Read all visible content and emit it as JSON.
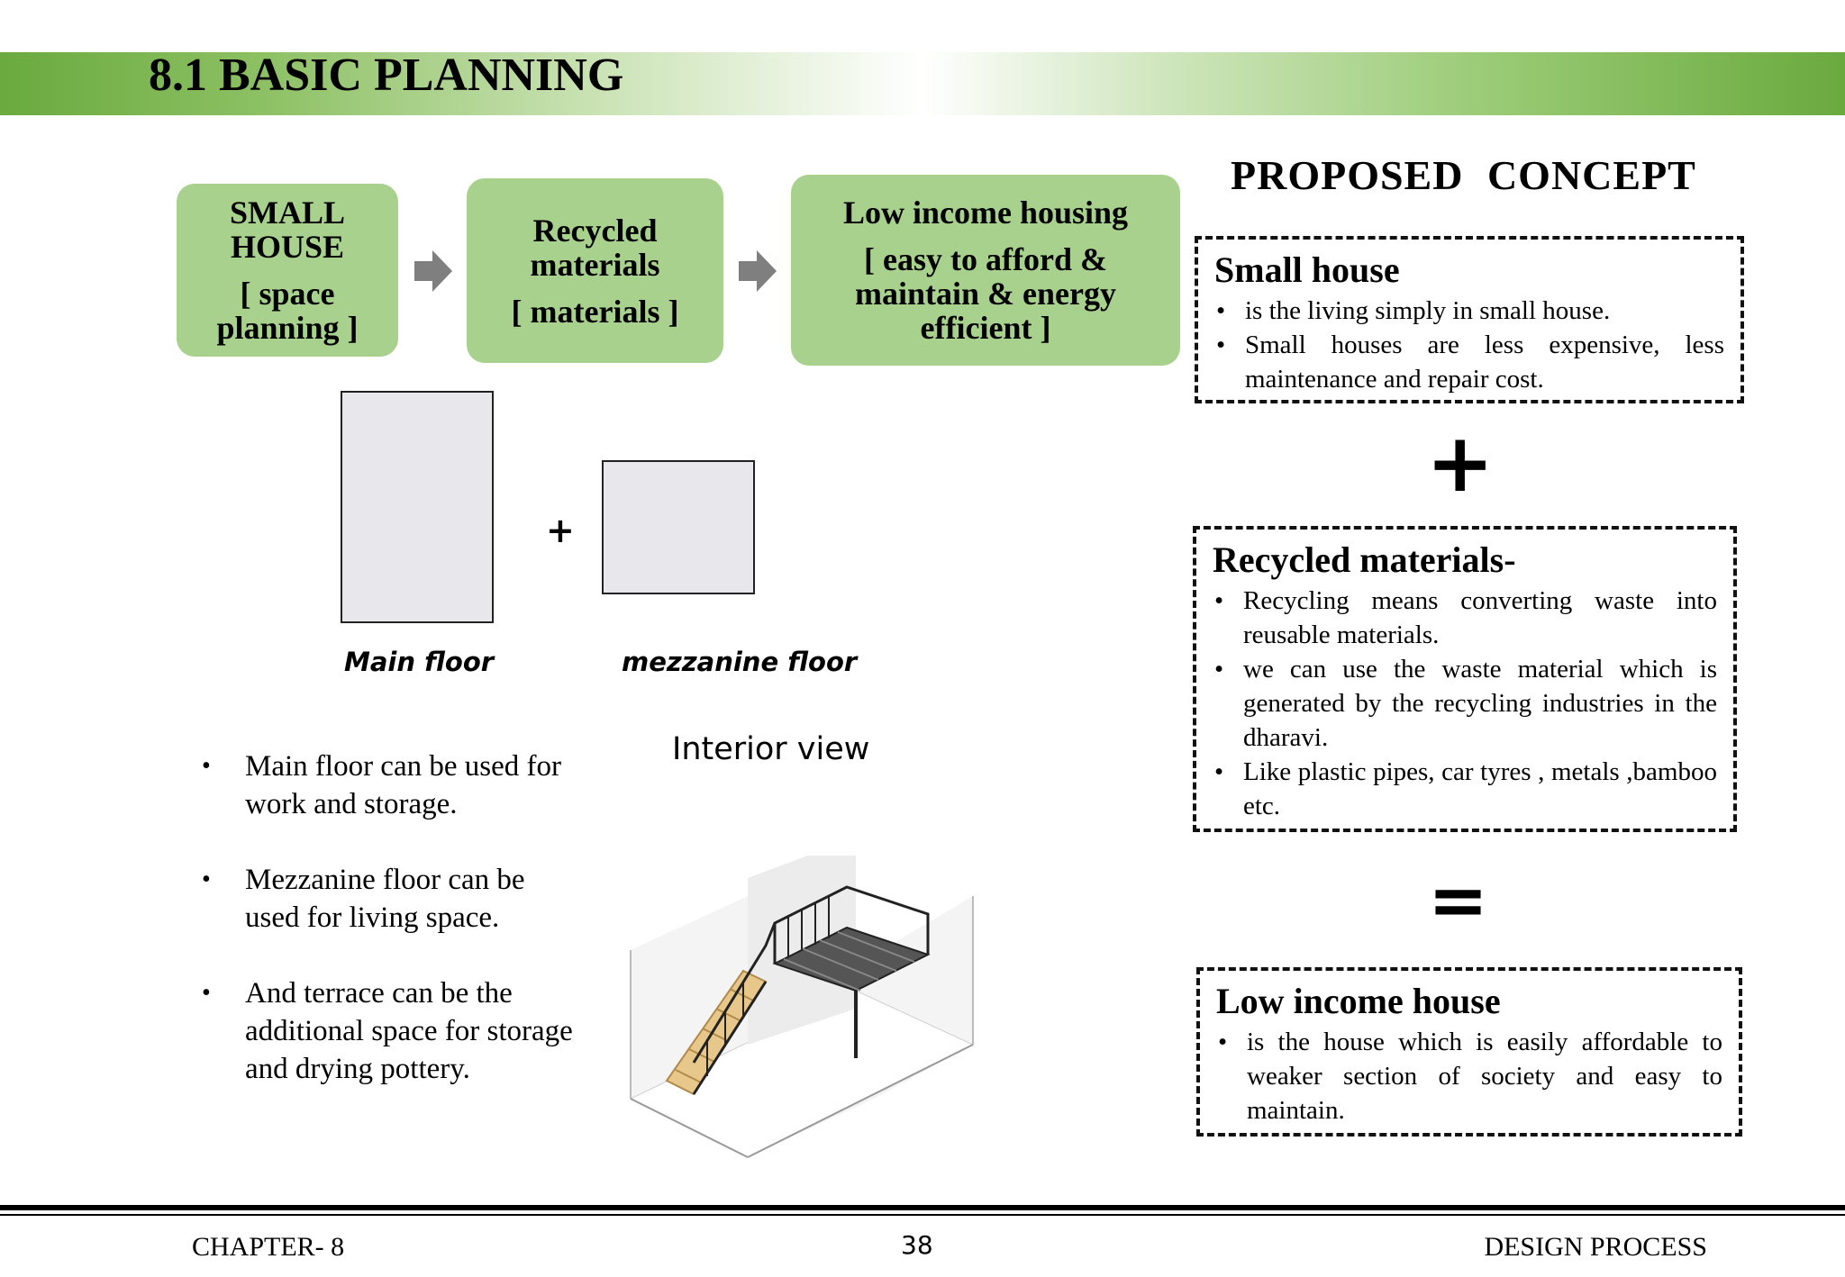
{
  "header": {
    "title": "8.1 BASIC PLANNING"
  },
  "flow": {
    "box1": {
      "title": "SMALL HOUSE",
      "sub": "[ space planning ]"
    },
    "box2": {
      "title": "Recycled materials",
      "sub": "[ materials ]"
    },
    "box3": {
      "title": "Low income housing",
      "sub": "[ easy to afford & maintain & energy efficient ]"
    }
  },
  "floors": {
    "plus": "+",
    "main_label": "Main floor",
    "mezzanine_label": "mezzanine floor"
  },
  "interior": {
    "title": "Interior  view"
  },
  "notes": [
    "Main floor can be used for work and storage.",
    " Mezzanine floor can be used for living space.",
    "And terrace can be the additional space for storage  and drying pottery."
  ],
  "concept": {
    "title": "PROPOSED  CONCEPT",
    "plus": "+",
    "equals": "=",
    "small_house": {
      "heading": "Small house",
      "points": [
        "is the living simply in small house.",
        "Small houses are less expensive, less maintenance and repair cost."
      ]
    },
    "recycled": {
      "heading": "Recycled materials-",
      "points": [
        "Recycling means converting waste into reusable materials.",
        " we can use the waste material which is generated by the recycling industries in the dharavi.",
        "Like plastic pipes, car tyres , metals ,bamboo  etc."
      ]
    },
    "low_income": {
      "heading": "Low income house",
      "points": [
        "is the house which is easily affordable to weaker section of society and easy to maintain."
      ]
    }
  },
  "footer": {
    "left": "CHAPTER- 8",
    "page": "38",
    "right": "DESIGN PROCESS"
  },
  "colors": {
    "banner_green": "#6aaa3e",
    "flow_box_green": "#a9d18e",
    "arrow_gray": "#7f7f7f"
  }
}
